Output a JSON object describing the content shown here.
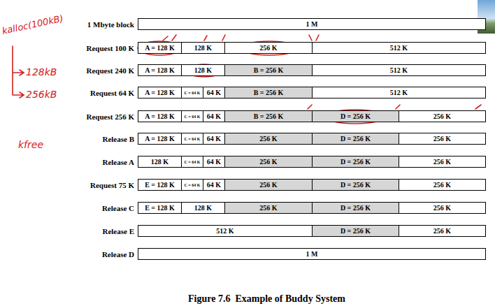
{
  "diagram": {
    "caption": "Figure 7.6  Example of Buddy System",
    "nodes": [
      {
        "text": [
          "1 M"
        ]
      },
      {
        "text": [
          "A = 128 K"
        ]
      },
      {
        "text": [
          "128 K"
        ]
      },
      {
        "text": [
          "256 K"
        ]
      },
      {
        "text": [
          "512 K"
        ]
      },
      {
        "text": [
          "A = 128 K"
        ]
      },
      {
        "text": [
          "128 K"
        ]
      },
      {
        "text": [
          "B = 256 K"
        ]
      },
      {
        "text": [
          "512 K"
        ]
      },
      {
        "text": [
          "A = 128 K"
        ]
      },
      {
        "text": [
          "C = 64 K"
        ]
      },
      {
        "text": [
          "64 K"
        ]
      },
      {
        "text": [
          "B = 256 K"
        ]
      },
      {
        "text": [
          "512 K"
        ]
      },
      {
        "text": [
          "A = 128 K"
        ]
      },
      {
        "text": [
          "C = 64 K"
        ]
      },
      {
        "text": [
          "64 K"
        ]
      },
      {
        "text": [
          "B = 256 K"
        ]
      },
      {
        "text": [
          "D = 256 K"
        ]
      },
      {
        "text": [
          "256 K"
        ]
      },
      {
        "text": [
          "A = 128 K"
        ]
      },
      {
        "text": [
          "C = 64 K"
        ]
      },
      {
        "text": [
          "64 K"
        ]
      },
      {
        "text": [
          "256 K"
        ]
      },
      {
        "text": [
          "D = 256 K"
        ]
      },
      {
        "text": [
          "256 K"
        ]
      },
      {
        "text": [
          "128 K"
        ]
      },
      {
        "text": [
          "C = 64 K"
        ]
      },
      {
        "text": [
          "64 K"
        ]
      },
      {
        "text": [
          "256 K"
        ]
      },
      {
        "text": [
          "D = 256 K"
        ]
      },
      {
        "text": [
          "256 K"
        ]
      },
      {
        "text": [
          "E = 128 K"
        ]
      },
      {
        "text": [
          "C = 64 K"
        ]
      },
      {
        "text": [
          "64 K"
        ]
      },
      {
        "text": [
          "256 K"
        ]
      },
      {
        "text": [
          "D = 256 K"
        ]
      },
      {
        "text": [
          "256 K"
        ]
      },
      {
        "text": [
          "E = 128 K"
        ]
      },
      {
        "text": [
          "128 K"
        ]
      },
      {
        "text": [
          "256 K"
        ]
      },
      {
        "text": [
          "D = 256 K"
        ]
      },
      {
        "text": [
          "256 K"
        ]
      },
      {
        "text": [
          "512 K"
        ]
      },
      {
        "text": [
          "D = 256 K"
        ]
      },
      {
        "text": [
          "256 K"
        ]
      },
      {
        "text": [
          "1 M"
        ]
      }
    ],
    "labels": [
      "1 Mbyte block",
      "Request 100 K",
      "Request 240 K",
      "Request 64 K",
      "Request 256 K",
      "Release B",
      "Release A",
      "Request 75 K",
      "Release C",
      "Release E",
      "Release D",
      "kalloc(100kB)",
      "128kB",
      "256kB",
      "kfree"
    ]
  }
}
